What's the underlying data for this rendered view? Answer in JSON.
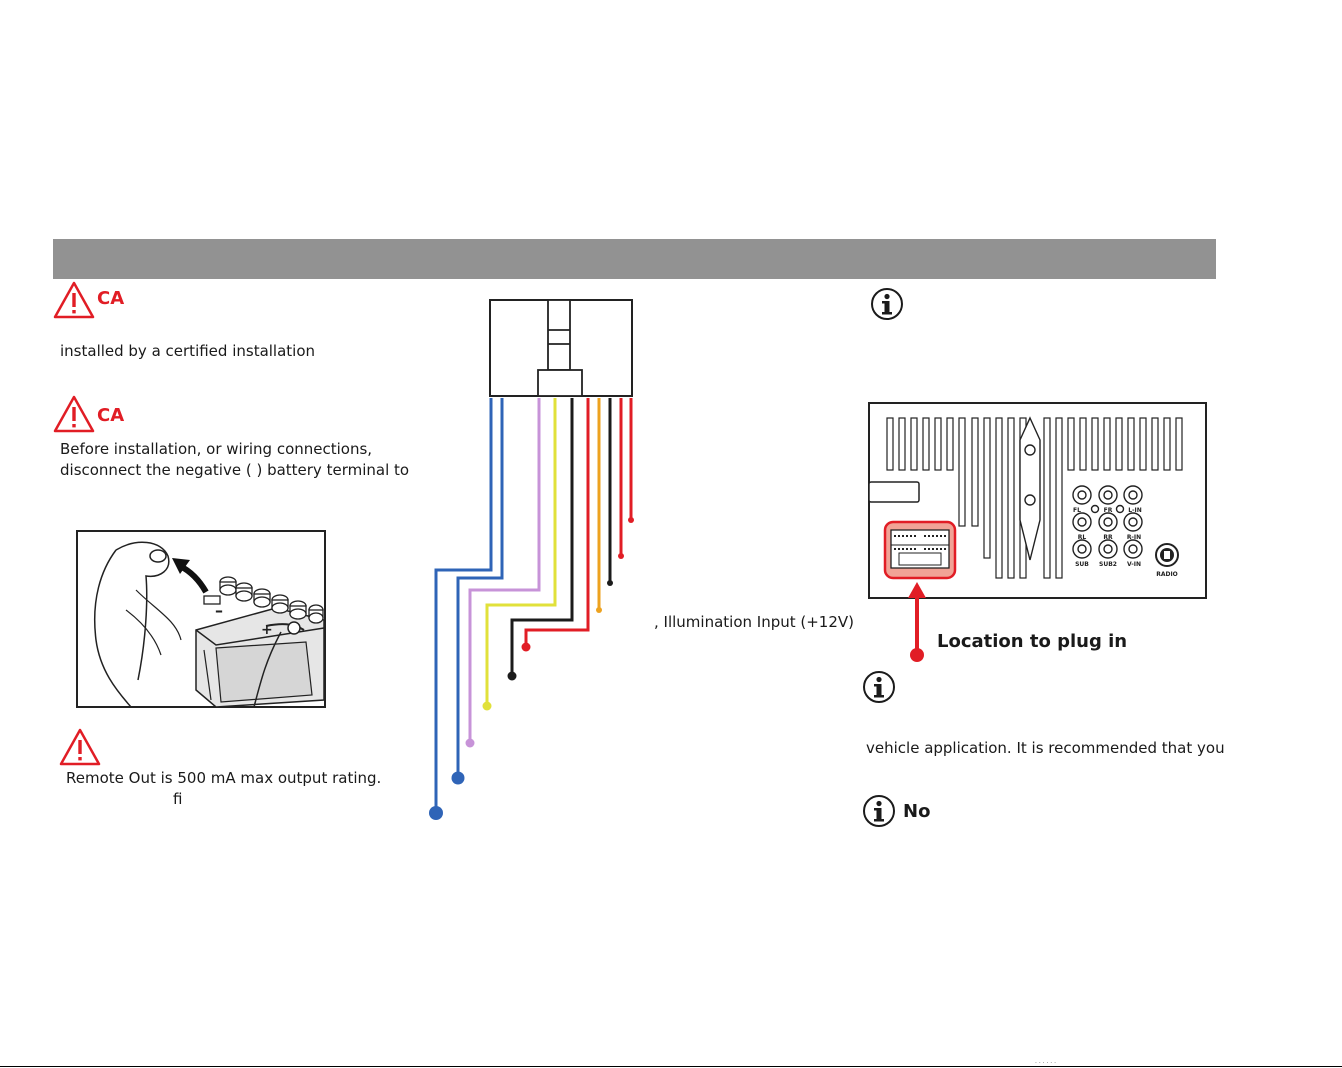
{
  "colors": {
    "header_bar": "#929292",
    "caution_red": "#e11d25",
    "wire_blue": "#2f64b7",
    "wire_violet": "#c793d8",
    "wire_yellow": "#e1e13a",
    "wire_black": "#1b1b1b",
    "wire_red": "#e11d25",
    "wire_orange": "#eda21f",
    "highlight_red": "#e35a52"
  },
  "left": {
    "caution1_label": "CA",
    "caution1_text": "installed by a certified installation",
    "caution2_label": "CA",
    "caution2_line1": "Before installation, or wiring connections,",
    "caution2_line2": "disconnect the negative ( ) battery terminal to",
    "warning_line1": "Remote Out is 500 mA max output rating.",
    "warning_line2": "fi"
  },
  "middle": {
    "illumination_label": ", Illumination Input (+12V)"
  },
  "right": {
    "location_label": "Location to plug in",
    "info2_text": "vehicle application. It is  recommended that you",
    "note_label": "No",
    "radio_panel": {
      "jack_labels": [
        "FL",
        "FR",
        "L-IN",
        "RL",
        "RR",
        "R-IN",
        "SUB",
        "SUB2",
        "V-IN"
      ],
      "radio_label": "RADIO"
    }
  },
  "footer": {
    "fine_print": "· · · · · ·"
  }
}
